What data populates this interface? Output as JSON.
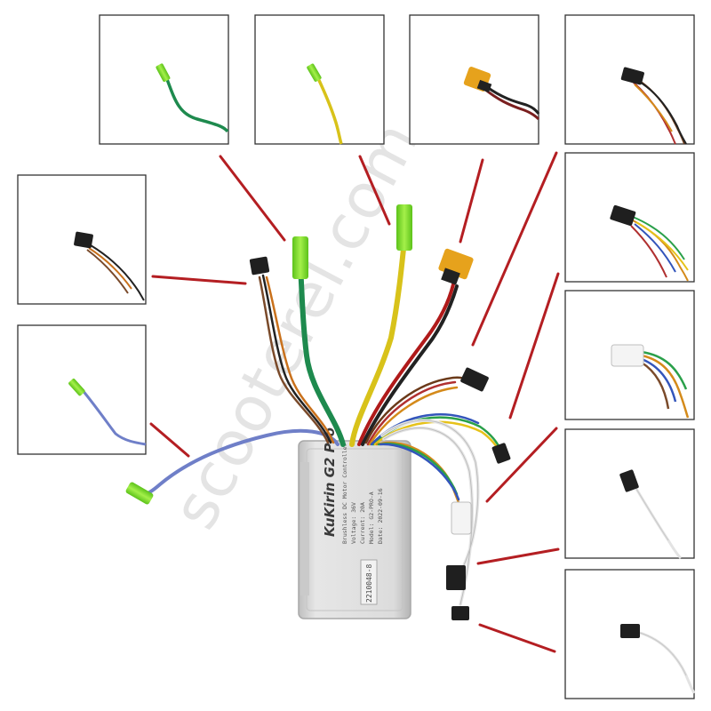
{
  "watermark": "scooterel.com",
  "controller": {
    "brand_label": "KuKirin G2 Pro",
    "spec_lines": [
      "Brushless DC Motor Controller",
      "Voltage: 36V",
      "Current: 20A",
      "Model: G2-PRO-A",
      "Date: 2022-09-16"
    ],
    "sticker_text": "2210048-8"
  },
  "colors": {
    "pointer": "#b41e22",
    "housing": "#d9d9d9",
    "green_wire": "#1e8a4e",
    "yellow_wire": "#d8c21a",
    "blue_wire": "#6f7fc8",
    "lime_terminal": "#7ee02a",
    "xt_connector": "#e6a21c"
  }
}
